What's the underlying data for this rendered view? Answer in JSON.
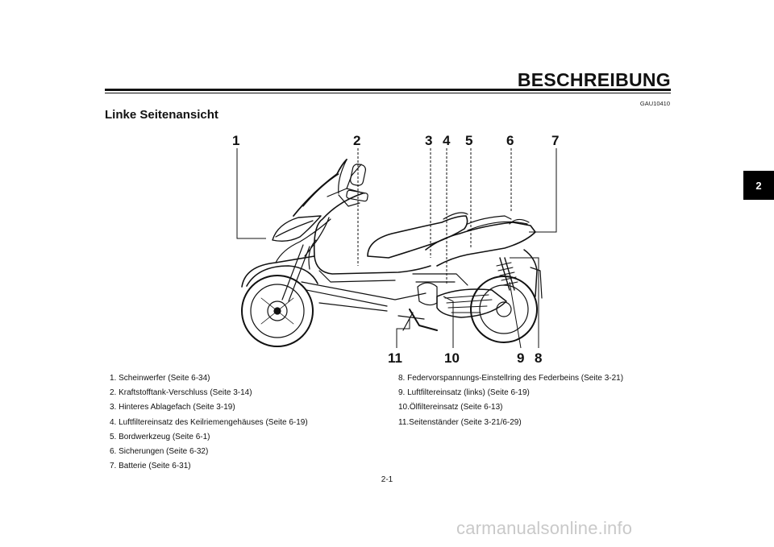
{
  "header": {
    "title": "BESCHREIBUNG"
  },
  "doc_code": "GAU10410",
  "section_title": "Linke Seitenansicht",
  "chapter_tab": "2",
  "figure": {
    "callouts": [
      "1",
      "2",
      "3",
      "4",
      "5",
      "6",
      "7",
      "8",
      "9",
      "10",
      "11"
    ]
  },
  "parts_left": [
    "1.  Scheinwerfer (Seite 6-34)",
    "2.  Kraftstofftank-Verschluss (Seite 3-14)",
    "3.  Hinteres Ablagefach (Seite 3-19)",
    "4.  Luftfiltereinsatz des Keilriemengehäuses (Seite 6-19)",
    "5.  Bordwerkzeug (Seite 6-1)",
    "6.  Sicherungen (Seite 6-32)",
    "7.  Batterie (Seite 6-31)"
  ],
  "parts_right": [
    "8.  Federvorspannungs-Einstellring des Federbeins (Seite 3-21)",
    "9.  Luftfiltereinsatz (links) (Seite 6-19)",
    "10.Ölfiltereinsatz (Seite 6-13)",
    "11.Seitenständer (Seite 3-21/6-29)"
  ],
  "page_number": "2-1",
  "watermark": "carmanualsonline.info"
}
